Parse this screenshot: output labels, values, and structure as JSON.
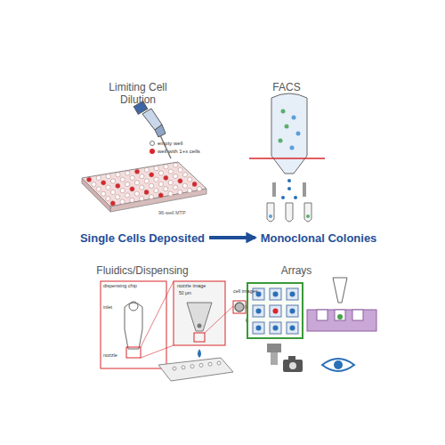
{
  "diagram": {
    "nodes": [
      {
        "text": [
          "Single Cells Deposited"
        ]
      },
      {
        "text": [
          "Monoclonal Colonies"
        ]
      }
    ],
    "edges": [
      {
        "from": 0,
        "to": 1,
        "arrow": "to"
      }
    ],
    "labels": [
      "Limiting Cell Dilution",
      "FACS",
      "96-well MTP",
      "Fluidics/Dispensing",
      "dispensing chip",
      "nozzle image",
      "cell images",
      "inlet",
      "nozzle",
      "50 µm",
      "Arrays"
    ],
    "legend": [
      {
        "text": "empty well"
      },
      {
        "text": "well with 1+x cells",
        "color": "#d9262b"
      }
    ]
  }
}
